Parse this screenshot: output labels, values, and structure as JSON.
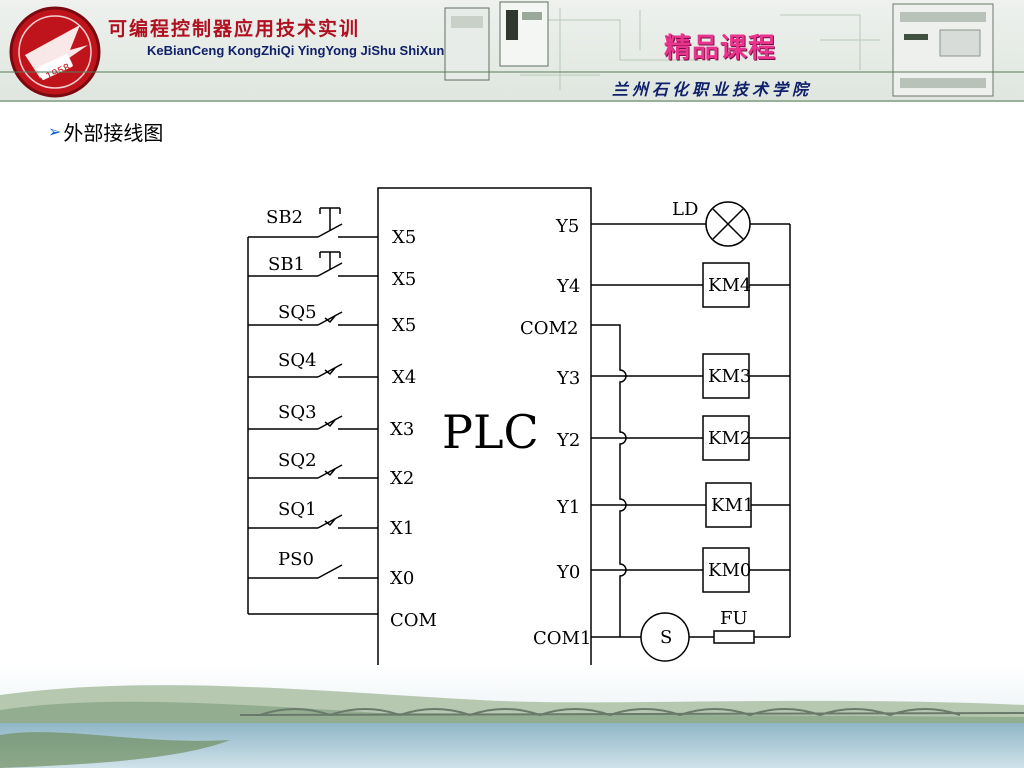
{
  "header": {
    "title": "可编程控制器应用技术实训",
    "pinyin": "KeBianCeng KongZhiQi YingYong JiShu ShiXun",
    "tag": "精品课程",
    "college": "兰州石化职业技术学院",
    "logo_text": "1958"
  },
  "section": {
    "title": "外部接线图"
  },
  "diagram": {
    "plc_label": "PLC",
    "inputs": [
      {
        "device": "SB2",
        "terminal": "X5"
      },
      {
        "device": "SB1",
        "terminal": "X5"
      },
      {
        "device": "SQ5",
        "terminal": "X5"
      },
      {
        "device": "SQ4",
        "terminal": "X4"
      },
      {
        "device": "SQ3",
        "terminal": "X3"
      },
      {
        "device": "SQ2",
        "terminal": "X2"
      },
      {
        "device": "SQ1",
        "terminal": "X1"
      },
      {
        "device": "PS0",
        "terminal": "X0"
      }
    ],
    "input_com": "COM",
    "outputs": [
      {
        "terminal": "Y5",
        "device": "LD"
      },
      {
        "terminal": "Y4",
        "device": "KM4"
      },
      {
        "terminal": "COM2",
        "device": ""
      },
      {
        "terminal": "Y3",
        "device": "KM3"
      },
      {
        "terminal": "Y2",
        "device": "KM2"
      },
      {
        "terminal": "Y1",
        "device": "KM1"
      },
      {
        "terminal": "Y0",
        "device": "KM0"
      },
      {
        "terminal": "COM1",
        "device": ""
      }
    ],
    "source_label": "S",
    "fuse_label": "FU"
  }
}
